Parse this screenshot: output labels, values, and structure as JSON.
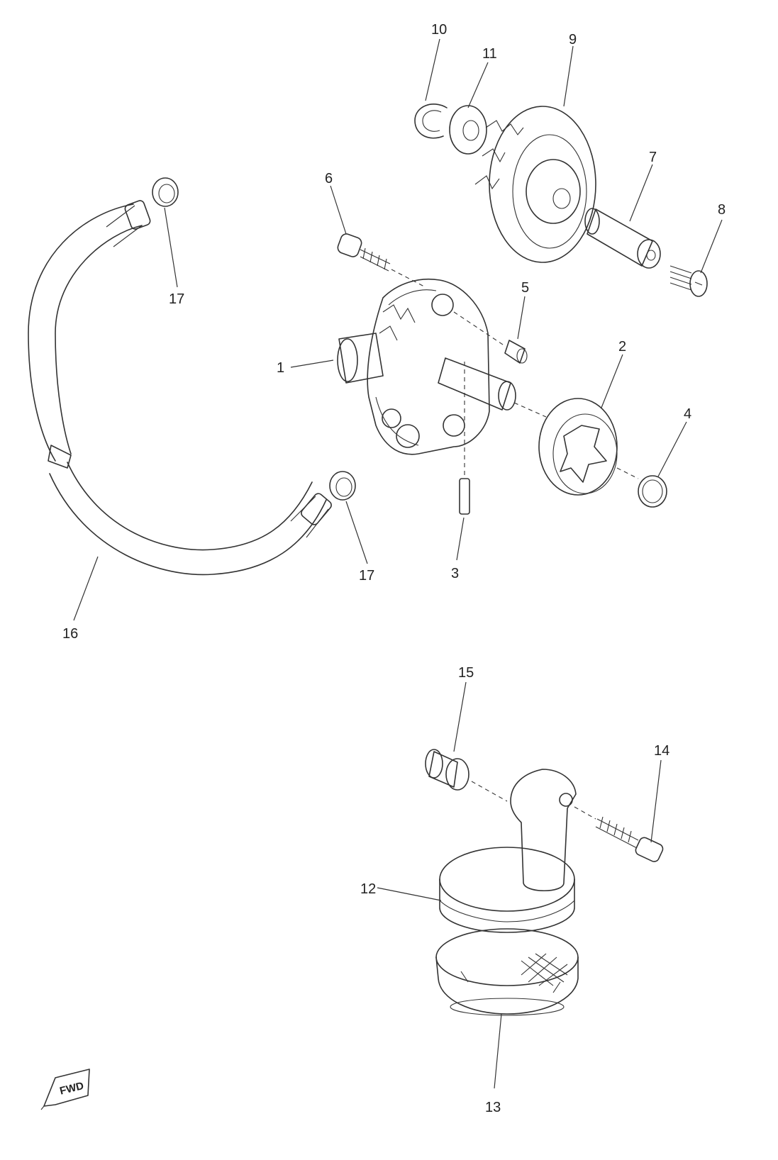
{
  "callouts": [
    {
      "id": "1",
      "label": "1"
    },
    {
      "id": "2",
      "label": "2"
    },
    {
      "id": "3",
      "label": "3"
    },
    {
      "id": "4",
      "label": "4"
    },
    {
      "id": "5",
      "label": "5"
    },
    {
      "id": "6",
      "label": "6"
    },
    {
      "id": "7",
      "label": "7"
    },
    {
      "id": "8",
      "label": "8"
    },
    {
      "id": "9",
      "label": "9"
    },
    {
      "id": "10",
      "label": "10"
    },
    {
      "id": "11",
      "label": "11"
    },
    {
      "id": "12",
      "label": "12"
    },
    {
      "id": "13",
      "label": "13"
    },
    {
      "id": "14",
      "label": "14"
    },
    {
      "id": "15",
      "label": "15"
    },
    {
      "id": "16",
      "label": "16"
    },
    {
      "id": "17a",
      "label": "17"
    },
    {
      "id": "17b",
      "label": "17"
    }
  ],
  "fwd_marker": {
    "label": "FWD"
  }
}
